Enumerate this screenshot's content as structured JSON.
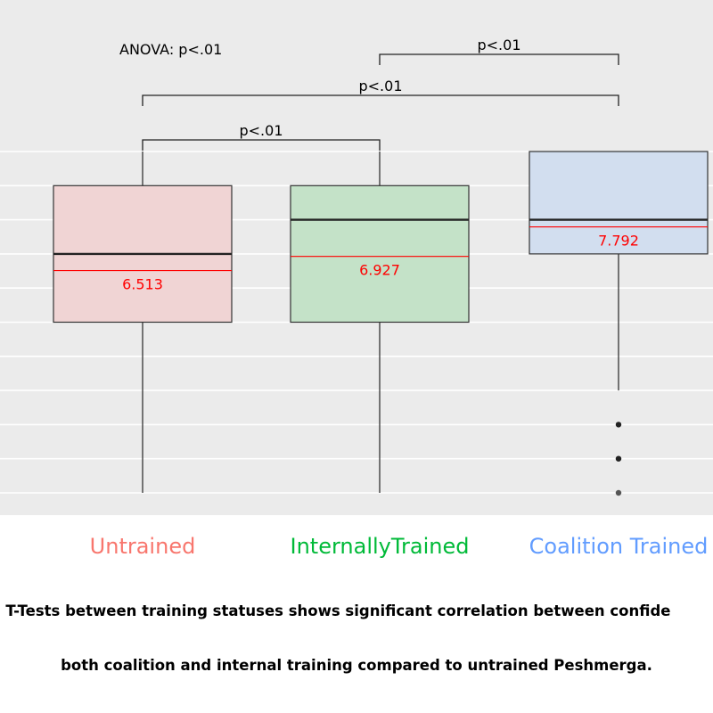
{
  "chart_data": {
    "type": "box",
    "categories": [
      "Untrained",
      "Internally Trained",
      "Coalition Trained"
    ],
    "category_labels": [
      "Untrained",
      "InternallyTrained",
      "Coalition Trained"
    ],
    "colors": {
      "panel": "#ebebeb",
      "grid": "#ffffff",
      "mean_line": "#ff0000",
      "median_line": "#222222",
      "Untrained_fill": "#f0d4d4",
      "Internally_fill": "#c4e2c8",
      "Coalition_fill": "#d2deef",
      "Untrained_label": "#f8766d",
      "Internally_label": "#00ba38",
      "Coalition_label": "#619cff"
    },
    "ylim": [
      0,
      10.5
    ],
    "grid": true,
    "boxes": [
      {
        "whisker_low": 0,
        "q1": 5,
        "median": 7,
        "q3": 9,
        "whisker_high": 10,
        "mean": 6.513,
        "mean_label": "6.513",
        "outliers": []
      },
      {
        "whisker_low": 0,
        "q1": 5,
        "median": 8,
        "q3": 9,
        "whisker_high": 10,
        "mean": 6.927,
        "mean_label": "6.927",
        "outliers": []
      },
      {
        "whisker_low": 3,
        "q1": 7,
        "median": 8,
        "q3": 10,
        "whisker_high": 10,
        "mean": 7.792,
        "mean_label": "7.792",
        "outliers": [
          0,
          1,
          2
        ]
      }
    ],
    "annotations": {
      "anova": "ANOVA: p<.01",
      "brackets": [
        {
          "from": 1,
          "to": 2,
          "label": "p<.01"
        },
        {
          "from": 1,
          "to": 3,
          "label": "p<.01"
        },
        {
          "from": 2,
          "to": 3,
          "label": "p<.01"
        }
      ]
    }
  },
  "caption": {
    "line1": ": T-Tests between training statuses shows significant correlation between confide",
    "line2": "both coalition and internal training compared to untrained Peshmerga."
  }
}
